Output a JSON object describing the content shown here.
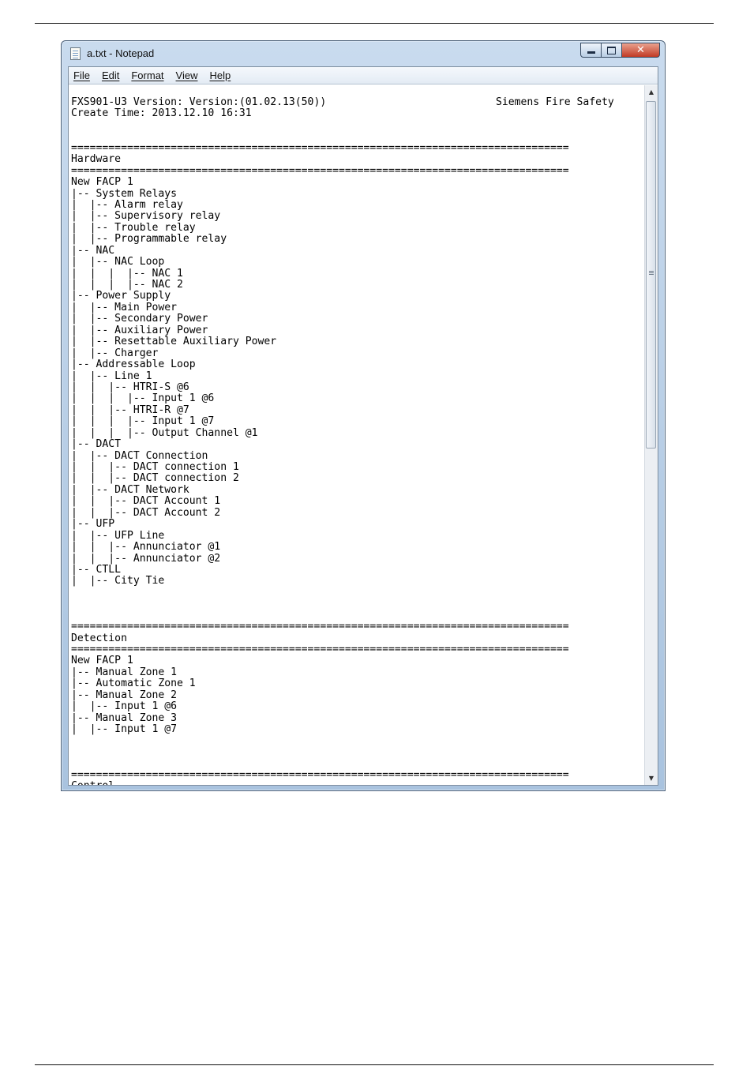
{
  "window": {
    "title": "a.txt - Notepad"
  },
  "menu": [
    "File",
    "Edit",
    "Format",
    "View",
    "Help"
  ],
  "header_right": "Siemens Fire Safety",
  "lines": [
    "FXS901-U3 Version: Version:(01.02.13(50))",
    "Create Time: 2013.12.10 16:31",
    "",
    "",
    "================================================================================",
    "Hardware",
    "================================================================================",
    "New FACP 1",
    "|-- System Relays",
    "|  |-- Alarm relay",
    "|  |-- Supervisory relay",
    "|  |-- Trouble relay",
    "|  |-- Programmable relay",
    "|-- NAC",
    "|  |-- NAC Loop",
    "|  |  |  |-- NAC 1",
    "|  |  |  |-- NAC 2",
    "|-- Power Supply",
    "|  |-- Main Power",
    "|  |-- Secondary Power",
    "|  |-- Auxiliary Power",
    "|  |-- Resettable Auxiliary Power",
    "|  |-- Charger",
    "|-- Addressable Loop",
    "|  |-- Line 1",
    "|  |  |-- HTRI-S @6",
    "|  |  |  |-- Input 1 @6",
    "|  |  |-- HTRI-R @7",
    "|  |  |  |-- Input 1 @7",
    "|  |  |  |-- Output Channel @1",
    "|-- DACT",
    "|  |-- DACT Connection",
    "|  |  |-- DACT connection 1",
    "|  |  |-- DACT connection 2",
    "|  |-- DACT Network",
    "|  |  |-- DACT Account 1",
    "|  |  |-- DACT Account 2",
    "|-- UFP",
    "|  |-- UFP Line",
    "|  |  |-- Annunciator @1",
    "|  |  |-- Annunciator @2",
    "|-- CTLL",
    "|  |-- City Tie",
    "",
    "",
    "",
    "================================================================================",
    "Detection",
    "================================================================================",
    "New FACP 1",
    "|-- Manual Zone 1",
    "|-- Automatic Zone 1",
    "|-- Manual Zone 2",
    "|  |-- Input 1 @6",
    "|-- Manual Zone 3",
    "|  |-- Input 1 @7",
    "",
    "",
    "",
    "================================================================================",
    "Control",
    "================================================================================"
  ]
}
